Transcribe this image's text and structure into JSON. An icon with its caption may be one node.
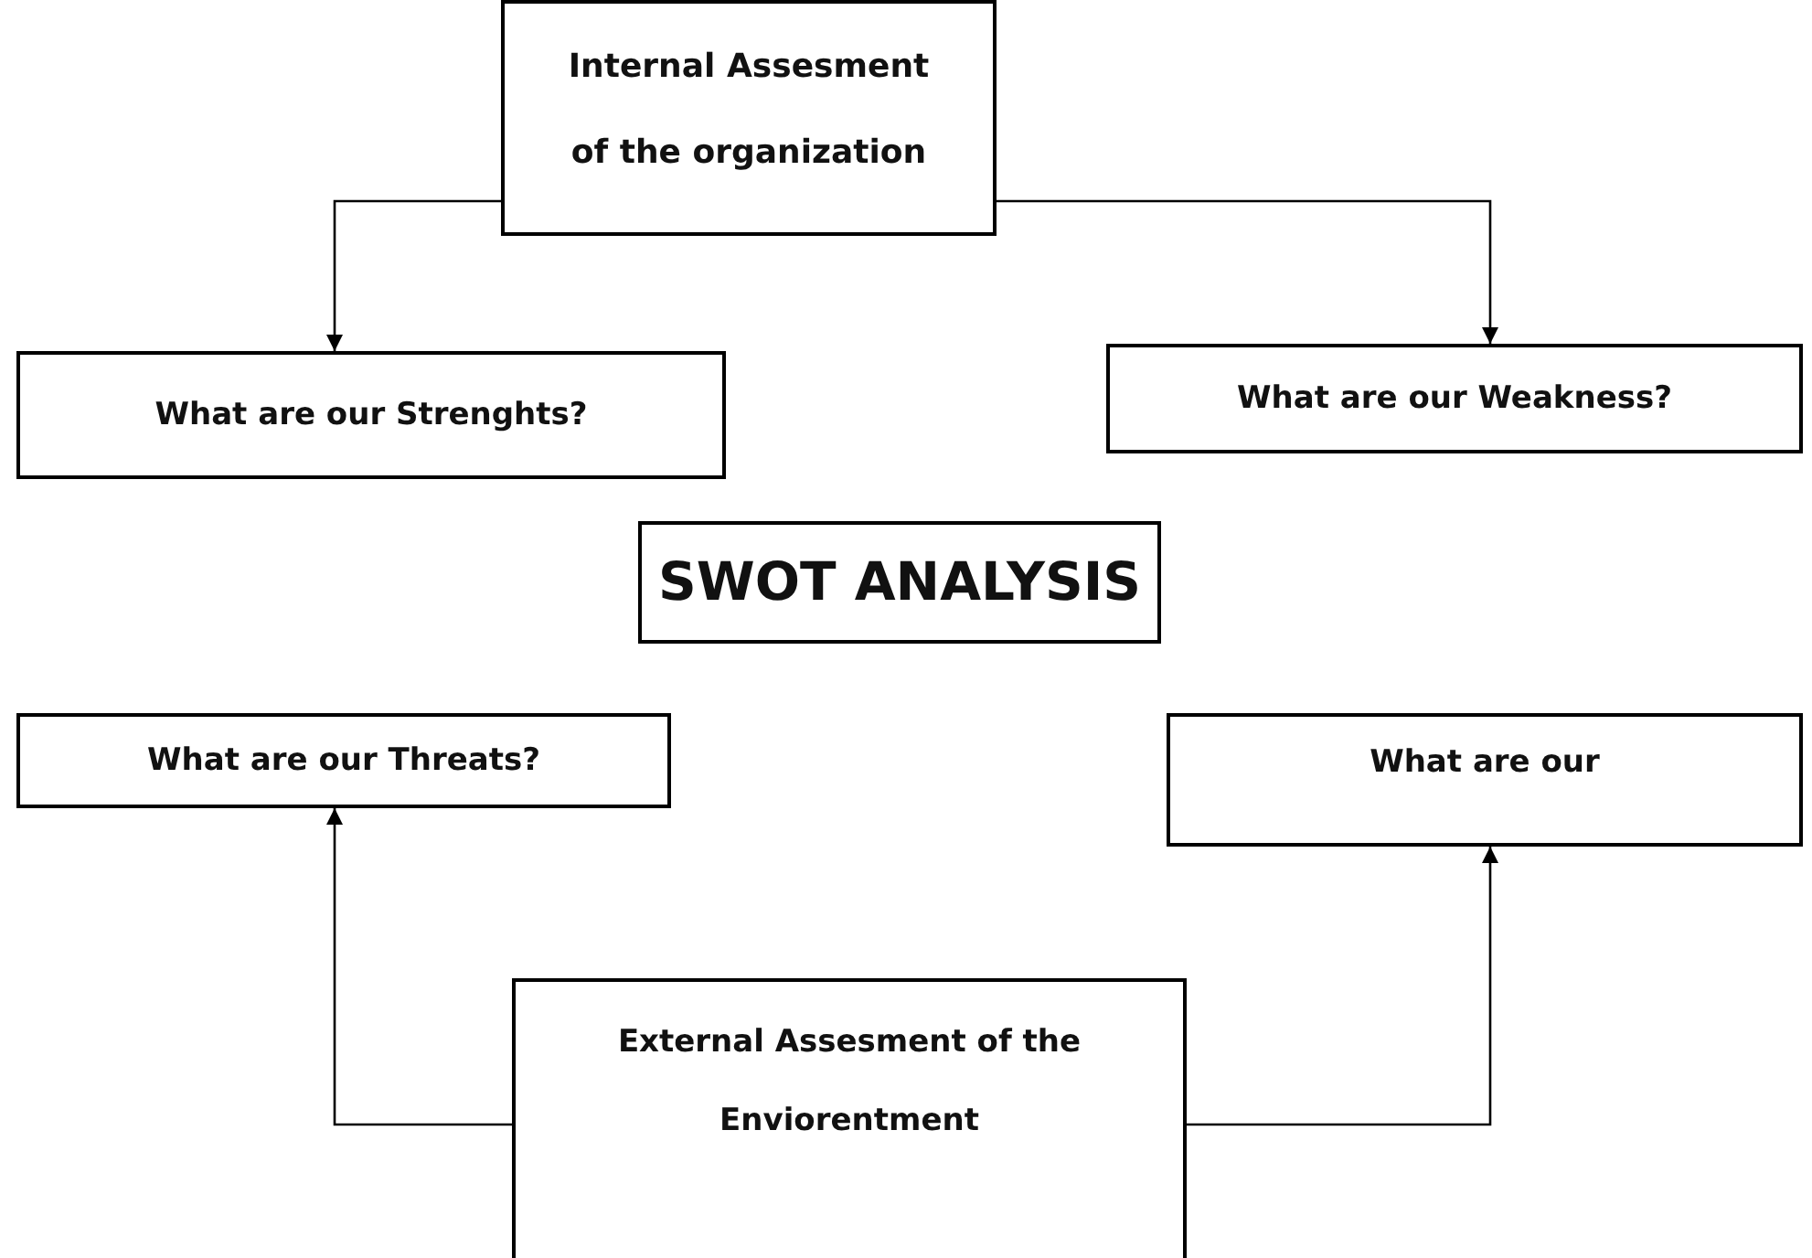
{
  "diagram": {
    "nodes": [
      {
        "text": [
          "Internal Assesment of the organization"
        ]
      },
      {
        "text": [
          "What are our Strenghts?"
        ]
      },
      {
        "text": [
          "What are our Weakness?"
        ]
      },
      {
        "text": [
          "SWOT ANALYSIS"
        ]
      },
      {
        "text": [
          "What are our Threats?"
        ]
      },
      {
        "text": [
          "What are our"
        ]
      },
      {
        "text": [
          "External Assesment of the Enviorentment"
        ]
      }
    ],
    "edges": [
      {
        "from": 0,
        "to": 1,
        "arrow": "to"
      },
      {
        "from": 0,
        "to": 2,
        "arrow": "to"
      },
      {
        "from": 6,
        "to": 4,
        "arrow": "to"
      },
      {
        "from": 6,
        "to": 5,
        "arrow": "to"
      }
    ]
  }
}
